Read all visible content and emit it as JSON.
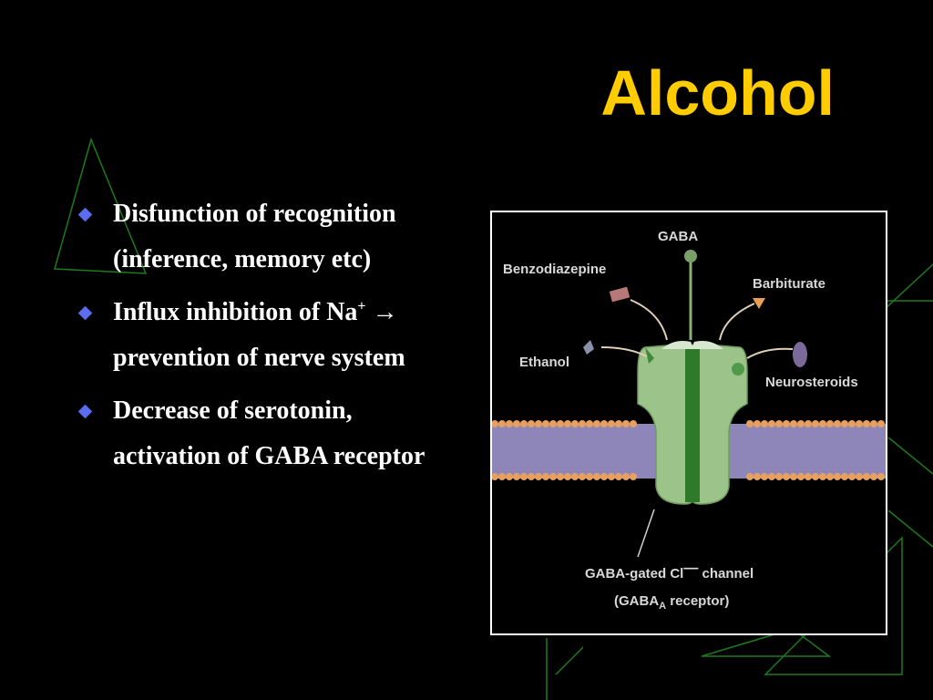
{
  "slide": {
    "title": "Alcohol",
    "bullets": [
      {
        "text": "Disfunction of recognition (inference, memory etc)"
      },
      {
        "text_before_sup": "Influx inhibition of Na",
        "sup": "+",
        "text_after_sup": " → prevention of nerve system"
      },
      {
        "text": "Decrease of serotonin, activation of GABA receptor"
      }
    ]
  },
  "figure": {
    "labels": {
      "gaba": "GABA",
      "benzodiazepine": "Benzodiazepine",
      "barbiturate": "Barbiturate",
      "ethanol": "Ethanol",
      "neurosteroids": "Neurosteroids"
    },
    "caption": {
      "line1_before_sup": "GABA-gated Cl",
      "line1_sup": "—",
      "line1_after_sup": " channel",
      "line2_before_sub": "(GABA",
      "line2_sub": "A",
      "line2_after_sub": "  receptor)"
    }
  },
  "colors": {
    "title": "#FFCC00",
    "text": "#FFFFFF",
    "bullet": "#5A6CF0",
    "decor_lines": "#1E7A1E",
    "channel": "#9CC48A",
    "membrane": "#8E86B8",
    "lipid_heads": "#E8A060"
  },
  "icons": {
    "bullet": "diamond-icon"
  }
}
